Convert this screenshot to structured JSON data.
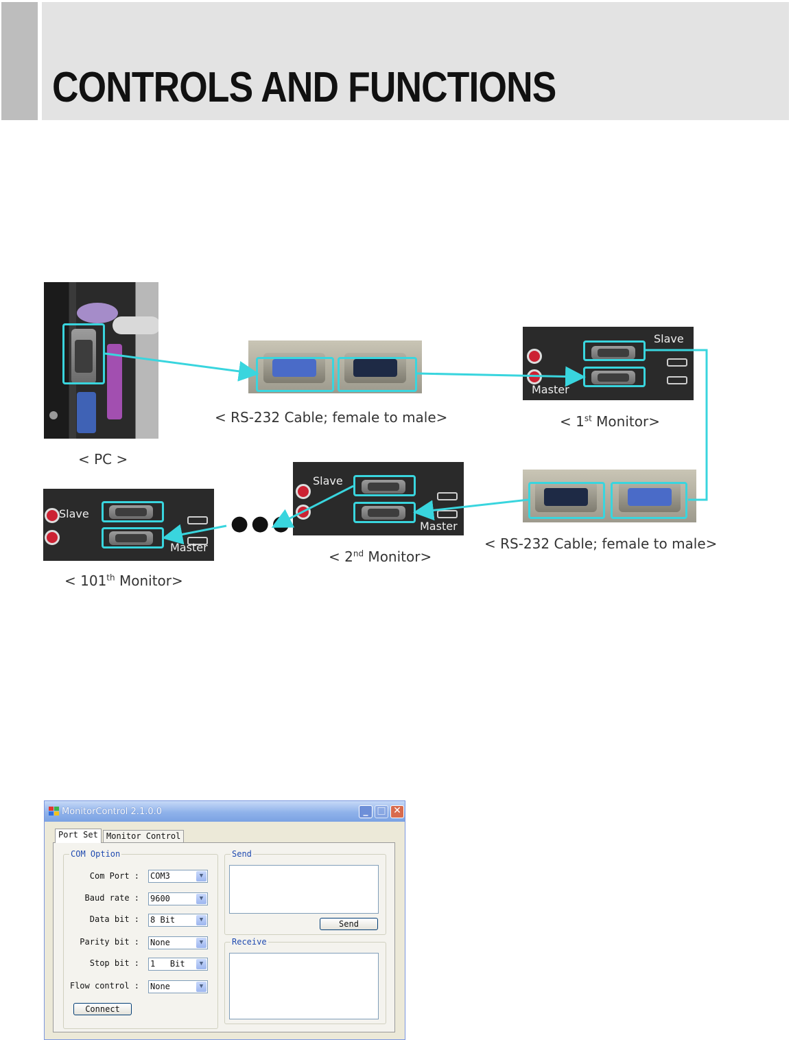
{
  "header": {
    "title": "CONTROLS AND FUNCTIONS"
  },
  "diagram": {
    "captions": {
      "pc": "< PC >",
      "cable1": "< RS-232 Cable; female to male>",
      "cable2": "< RS-232 Cable; female to male>",
      "monitor1": {
        "pre": "< 1",
        "sup": "st",
        "post": " Monitor>"
      },
      "monitor2": {
        "pre": "< 2",
        "sup": "nd",
        "post": " Monitor>"
      },
      "monitor101": {
        "pre": "< 101",
        "sup": "th",
        "post": " Monitor>"
      }
    },
    "port_labels": {
      "slave": "Slave",
      "master": "Master"
    },
    "highlight_color": "#39d5de"
  },
  "dialog": {
    "title": "MonitorControl  2.1.0.0",
    "tabs": [
      "Port Set",
      "Monitor Control"
    ],
    "com_option": {
      "legend": "COM Option",
      "fields": [
        {
          "label": "Com Port :",
          "value": "COM3"
        },
        {
          "label": "Baud rate :",
          "value": "9600"
        },
        {
          "label": "Data bit :",
          "value": "8 Bit"
        },
        {
          "label": "Parity bit :",
          "value": "None"
        },
        {
          "label": "Stop bit :",
          "value": "1   Bit"
        },
        {
          "label": "Flow control :",
          "value": "None"
        }
      ],
      "connect_label": "Connect"
    },
    "send": {
      "legend": "Send",
      "button_label": "Send"
    },
    "receive": {
      "legend": "Receive"
    }
  }
}
